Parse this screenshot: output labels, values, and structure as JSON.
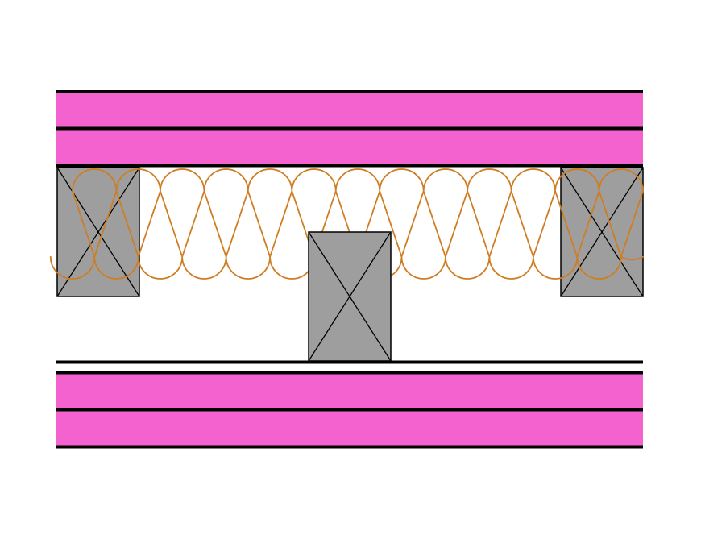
{
  "colors": {
    "background": "#ffffff",
    "board": "#f462cf",
    "board_line": "#000000",
    "stud": "#9e9e9e",
    "stud_stroke": "#000000",
    "insulation": "#cf7d22"
  },
  "diagram": {
    "top_board_layers": 2,
    "bottom_board_layers": 2,
    "studs": [
      {
        "name": "stud-left",
        "marked_x": true
      },
      {
        "name": "stud-center",
        "marked_x": true
      },
      {
        "name": "stud-right",
        "marked_x": true
      }
    ],
    "insulation_loops": 13
  }
}
